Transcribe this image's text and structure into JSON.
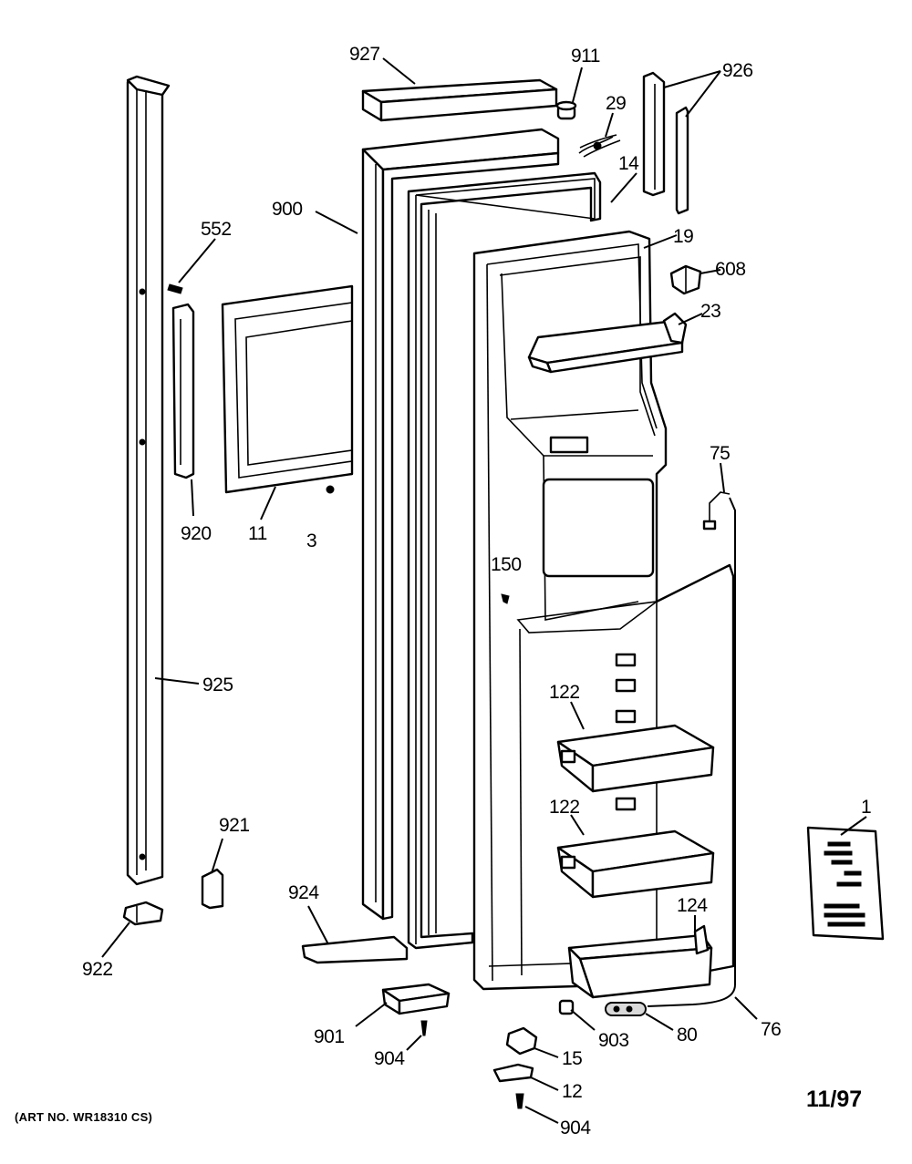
{
  "callouts": {
    "c927": "927",
    "c911": "911",
    "c29": "29",
    "c926": "926",
    "c900": "900",
    "c14": "14",
    "c552": "552",
    "c19": "19",
    "c608": "608",
    "c23": "23",
    "c920": "920",
    "c11": "11",
    "c3": "3",
    "c75": "75",
    "c150": "150",
    "c925": "925",
    "c122a": "122",
    "c122b": "122",
    "c921": "921",
    "c1": "1",
    "c924": "924",
    "c124": "124",
    "c922": "922",
    "c901": "901",
    "c903": "903",
    "c80": "80",
    "c76": "76",
    "c904a": "904",
    "c15": "15",
    "c12": "12",
    "c904b": "904"
  },
  "footer": {
    "date": "11/97",
    "art_number": "(ART NO. WR18310 CS)"
  }
}
